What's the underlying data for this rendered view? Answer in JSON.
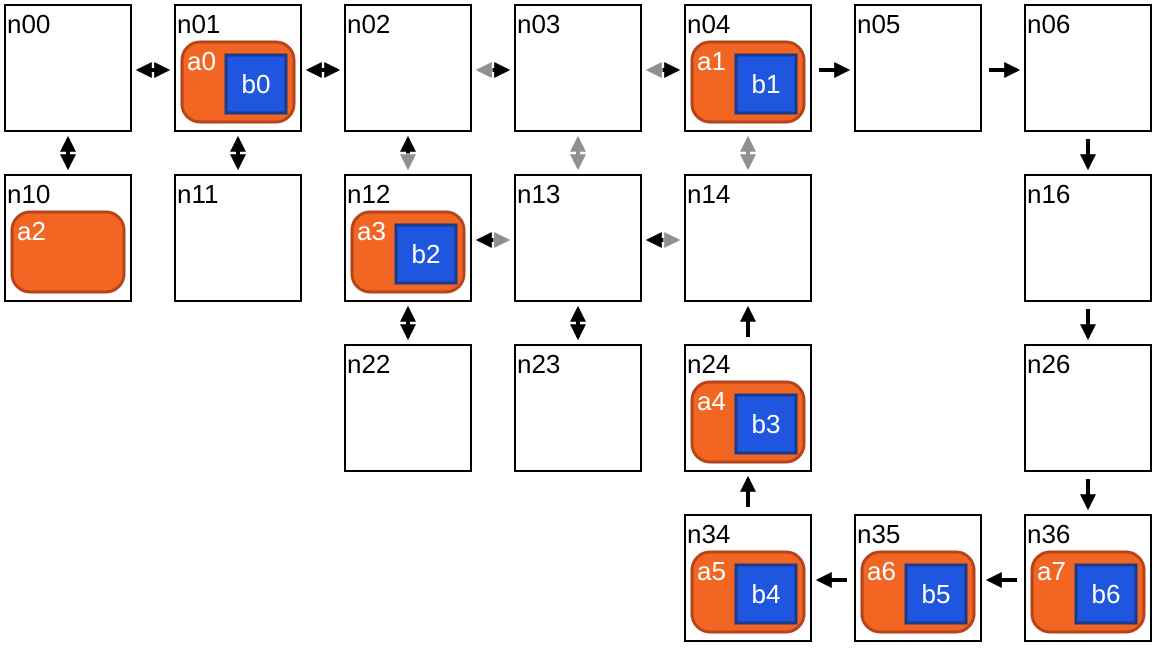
{
  "colors": {
    "edge_active": "#000000",
    "edge_inactive": "#909090",
    "agent_fill": "#f26522",
    "agent_stroke": "#b5441a",
    "agent_text": "#ffffff",
    "box_fill": "#1f56e0",
    "box_stroke": "#1a3a8a",
    "box_text": "#ffffff"
  },
  "nodes": [
    {
      "id": "n00",
      "label": "n00",
      "row": 0,
      "col": 0
    },
    {
      "id": "n01",
      "label": "n01",
      "row": 0,
      "col": 1
    },
    {
      "id": "n02",
      "label": "n02",
      "row": 0,
      "col": 2
    },
    {
      "id": "n03",
      "label": "n03",
      "row": 0,
      "col": 3
    },
    {
      "id": "n04",
      "label": "n04",
      "row": 0,
      "col": 4
    },
    {
      "id": "n05",
      "label": "n05",
      "row": 0,
      "col": 5
    },
    {
      "id": "n06",
      "label": "n06",
      "row": 0,
      "col": 6
    },
    {
      "id": "n10",
      "label": "n10",
      "row": 1,
      "col": 0
    },
    {
      "id": "n11",
      "label": "n11",
      "row": 1,
      "col": 1
    },
    {
      "id": "n12",
      "label": "n12",
      "row": 1,
      "col": 2
    },
    {
      "id": "n13",
      "label": "n13",
      "row": 1,
      "col": 3
    },
    {
      "id": "n14",
      "label": "n14",
      "row": 1,
      "col": 4
    },
    {
      "id": "n16",
      "label": "n16",
      "row": 1,
      "col": 6
    },
    {
      "id": "n22",
      "label": "n22",
      "row": 2,
      "col": 2
    },
    {
      "id": "n23",
      "label": "n23",
      "row": 2,
      "col": 3
    },
    {
      "id": "n24",
      "label": "n24",
      "row": 2,
      "col": 4
    },
    {
      "id": "n26",
      "label": "n26",
      "row": 2,
      "col": 6
    },
    {
      "id": "n34",
      "label": "n34",
      "row": 3,
      "col": 4
    },
    {
      "id": "n35",
      "label": "n35",
      "row": 3,
      "col": 5
    },
    {
      "id": "n36",
      "label": "n36",
      "row": 3,
      "col": 6
    }
  ],
  "agents": [
    {
      "label": "a0",
      "node": "n01",
      "box": "b0"
    },
    {
      "label": "a1",
      "node": "n04",
      "box": "b1"
    },
    {
      "label": "a2",
      "node": "n10",
      "box": null
    },
    {
      "label": "a3",
      "node": "n12",
      "box": "b2"
    },
    {
      "label": "a4",
      "node": "n24",
      "box": "b3"
    },
    {
      "label": "a5",
      "node": "n34",
      "box": "b4"
    },
    {
      "label": "a6",
      "node": "n35",
      "box": "b5"
    },
    {
      "label": "a7",
      "node": "n36",
      "box": "b6"
    }
  ],
  "edges": [
    {
      "from": "n00",
      "to": "n01",
      "bidirectional": true,
      "active": true
    },
    {
      "from": "n01",
      "to": "n02",
      "bidirectional": true,
      "active": true
    },
    {
      "from": "n02",
      "to": "n03",
      "bidirectional": true,
      "active": true,
      "tail_inactive": true
    },
    {
      "from": "n03",
      "to": "n04",
      "bidirectional": true,
      "active": true,
      "tail_inactive": true
    },
    {
      "from": "n04",
      "to": "n05",
      "bidirectional": false,
      "active": true
    },
    {
      "from": "n05",
      "to": "n06",
      "bidirectional": false,
      "active": true
    },
    {
      "from": "n00",
      "to": "n10",
      "bidirectional": true,
      "active": true
    },
    {
      "from": "n01",
      "to": "n11",
      "bidirectional": true,
      "active": true
    },
    {
      "from": "n12",
      "to": "n02",
      "bidirectional": true,
      "active": true,
      "tail_inactive": true
    },
    {
      "from": "n03",
      "to": "n13",
      "bidirectional": true,
      "active": false
    },
    {
      "from": "n04",
      "to": "n14",
      "bidirectional": true,
      "active": false
    },
    {
      "from": "n06",
      "to": "n16",
      "bidirectional": false,
      "active": true
    },
    {
      "from": "n13",
      "to": "n12",
      "bidirectional": true,
      "active": true,
      "tail_inactive": true
    },
    {
      "from": "n14",
      "to": "n13",
      "bidirectional": true,
      "active": true,
      "tail_inactive": true
    },
    {
      "from": "n12",
      "to": "n22",
      "bidirectional": true,
      "active": true
    },
    {
      "from": "n13",
      "to": "n23",
      "bidirectional": true,
      "active": true
    },
    {
      "from": "n24",
      "to": "n14",
      "bidirectional": false,
      "active": true
    },
    {
      "from": "n16",
      "to": "n26",
      "bidirectional": false,
      "active": true
    },
    {
      "from": "n34",
      "to": "n24",
      "bidirectional": false,
      "active": true
    },
    {
      "from": "n26",
      "to": "n36",
      "bidirectional": false,
      "active": true
    },
    {
      "from": "n35",
      "to": "n34",
      "bidirectional": false,
      "active": true
    },
    {
      "from": "n36",
      "to": "n35",
      "bidirectional": false,
      "active": true
    }
  ]
}
